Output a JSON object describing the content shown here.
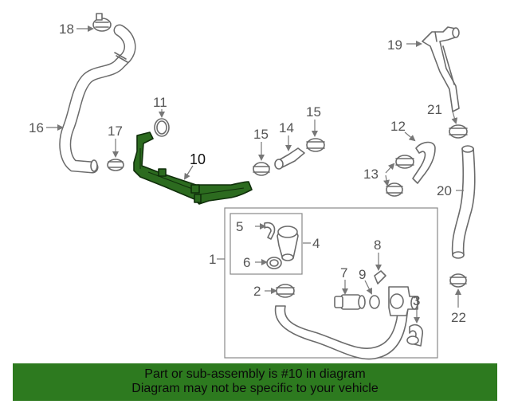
{
  "callouts": {
    "c1": "1",
    "c2": "2",
    "c3": "3",
    "c4": "4",
    "c5": "5",
    "c6": "6",
    "c7": "7",
    "c8": "8",
    "c9": "9",
    "c10": "10",
    "c11": "11",
    "c12": "12",
    "c13": "13",
    "c14": "14",
    "c15a": "15",
    "c15b": "15",
    "c16": "16",
    "c17": "17",
    "c18": "18",
    "c19": "19",
    "c20": "20",
    "c21": "21",
    "c22": "22"
  },
  "highlight_color": "#2c6b1f",
  "banner": {
    "line1": "Part or sub-assembly is #10 in diagram",
    "line2": "Diagram may not be specific to your vehicle",
    "background": "#2d7a1f"
  }
}
